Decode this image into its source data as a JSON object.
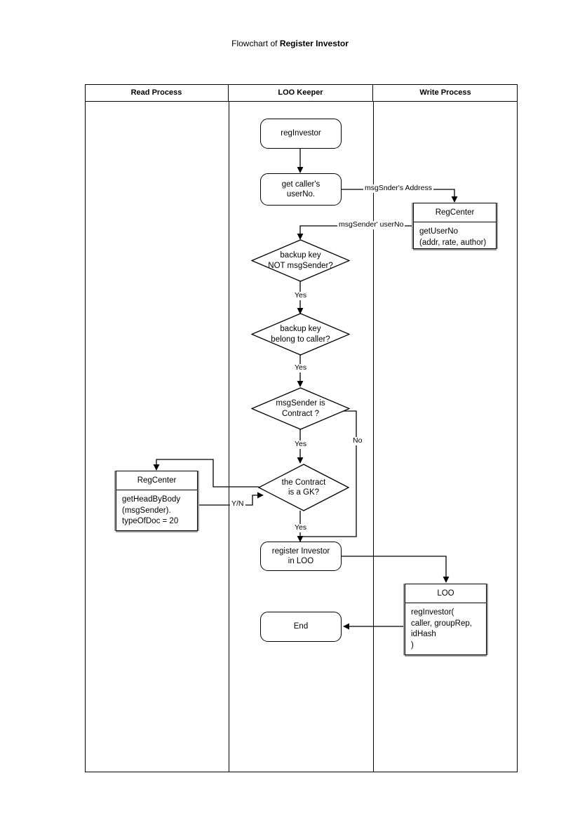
{
  "title": {
    "prefix": "Flowchart of ",
    "subject": "Register Investor"
  },
  "lanes": [
    {
      "id": "read",
      "label": "Read Process"
    },
    {
      "id": "keeper",
      "label": "LOO Keeper"
    },
    {
      "id": "write",
      "label": "Write Process"
    }
  ],
  "nodes": {
    "start": {
      "label": "regInvestor",
      "shape": "rounded"
    },
    "get_caller": {
      "label": "get caller's\nuserNo.",
      "shape": "rounded"
    },
    "decision_backup_not_sender": {
      "label": "backup key\nNOT msgSender?",
      "shape": "diamond"
    },
    "decision_backup_caller": {
      "label": "backup key\nbelong to caller?",
      "shape": "diamond"
    },
    "decision_is_contract": {
      "label": "msgSender is\nContract ?",
      "shape": "diamond"
    },
    "decision_is_gk": {
      "label": "the Contract\nis a GK?",
      "shape": "diamond"
    },
    "register_investor": {
      "label": "register Investor\nin LOO",
      "shape": "rounded"
    },
    "end": {
      "label": "End",
      "shape": "rounded"
    }
  },
  "objects": {
    "regcenter_write": {
      "title": "RegCenter",
      "body": "getUserNo\n(addr, rate, author)"
    },
    "regcenter_read": {
      "title": "RegCenter",
      "body": "getHeadByBody\n(msgSender).\ntypeOfDoc = 20"
    },
    "loo": {
      "title": "LOO",
      "body": "regInvestor(\n  caller, groupRep,\n  idHash\n)"
    }
  },
  "edge_labels": {
    "msgsnder_address": "msgSnder's Address",
    "msgsender_userno": "msgSender' userNo",
    "yes_1": "Yes",
    "yes_2": "Yes",
    "yes_3": "Yes",
    "no_1": "No",
    "yes_4": "Yes",
    "y_n": "Y/N"
  },
  "colors": {
    "stroke": "#000000",
    "background": "#ffffff",
    "shadow": "#9a9a9a"
  }
}
